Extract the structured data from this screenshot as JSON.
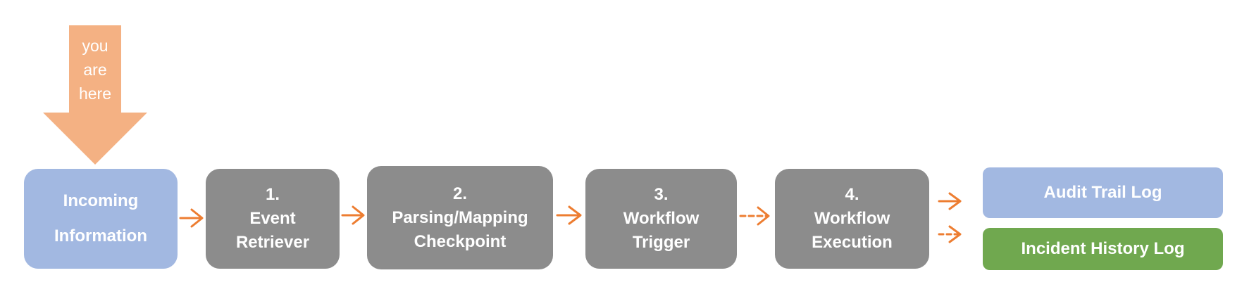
{
  "marker": {
    "lines": [
      "you",
      "are",
      "here"
    ],
    "color": "#f4b183"
  },
  "nodes": {
    "incoming": {
      "lines": [
        "Incoming",
        "Information"
      ]
    },
    "step1": {
      "lines": [
        "1.",
        "Event",
        "Retriever"
      ]
    },
    "step2": {
      "lines": [
        "2.",
        "Parsing/Mapping",
        "Checkpoint"
      ]
    },
    "step3": {
      "lines": [
        "3.",
        "Workflow",
        "Trigger"
      ]
    },
    "step4": {
      "lines": [
        "4.",
        "Workflow",
        "Execution"
      ]
    },
    "audit": {
      "lines": [
        "Audit Trail Log"
      ]
    },
    "incident": {
      "lines": [
        "Incident History Log"
      ]
    }
  },
  "colors": {
    "input_box": "#a2b8e1",
    "step_box": "#8c8c8c",
    "audit_box": "#a2b8e1",
    "incident_box": "#70a84f",
    "connector": "#ed7d31"
  },
  "connectors": [
    {
      "from": "incoming",
      "to": "step1",
      "style": "solid"
    },
    {
      "from": "step1",
      "to": "step2",
      "style": "solid"
    },
    {
      "from": "step2",
      "to": "step3",
      "style": "solid"
    },
    {
      "from": "step3",
      "to": "step4",
      "style": "dashed"
    },
    {
      "from": "step4",
      "to": "audit",
      "style": "solid"
    },
    {
      "from": "step4",
      "to": "incident",
      "style": "dashed"
    }
  ]
}
